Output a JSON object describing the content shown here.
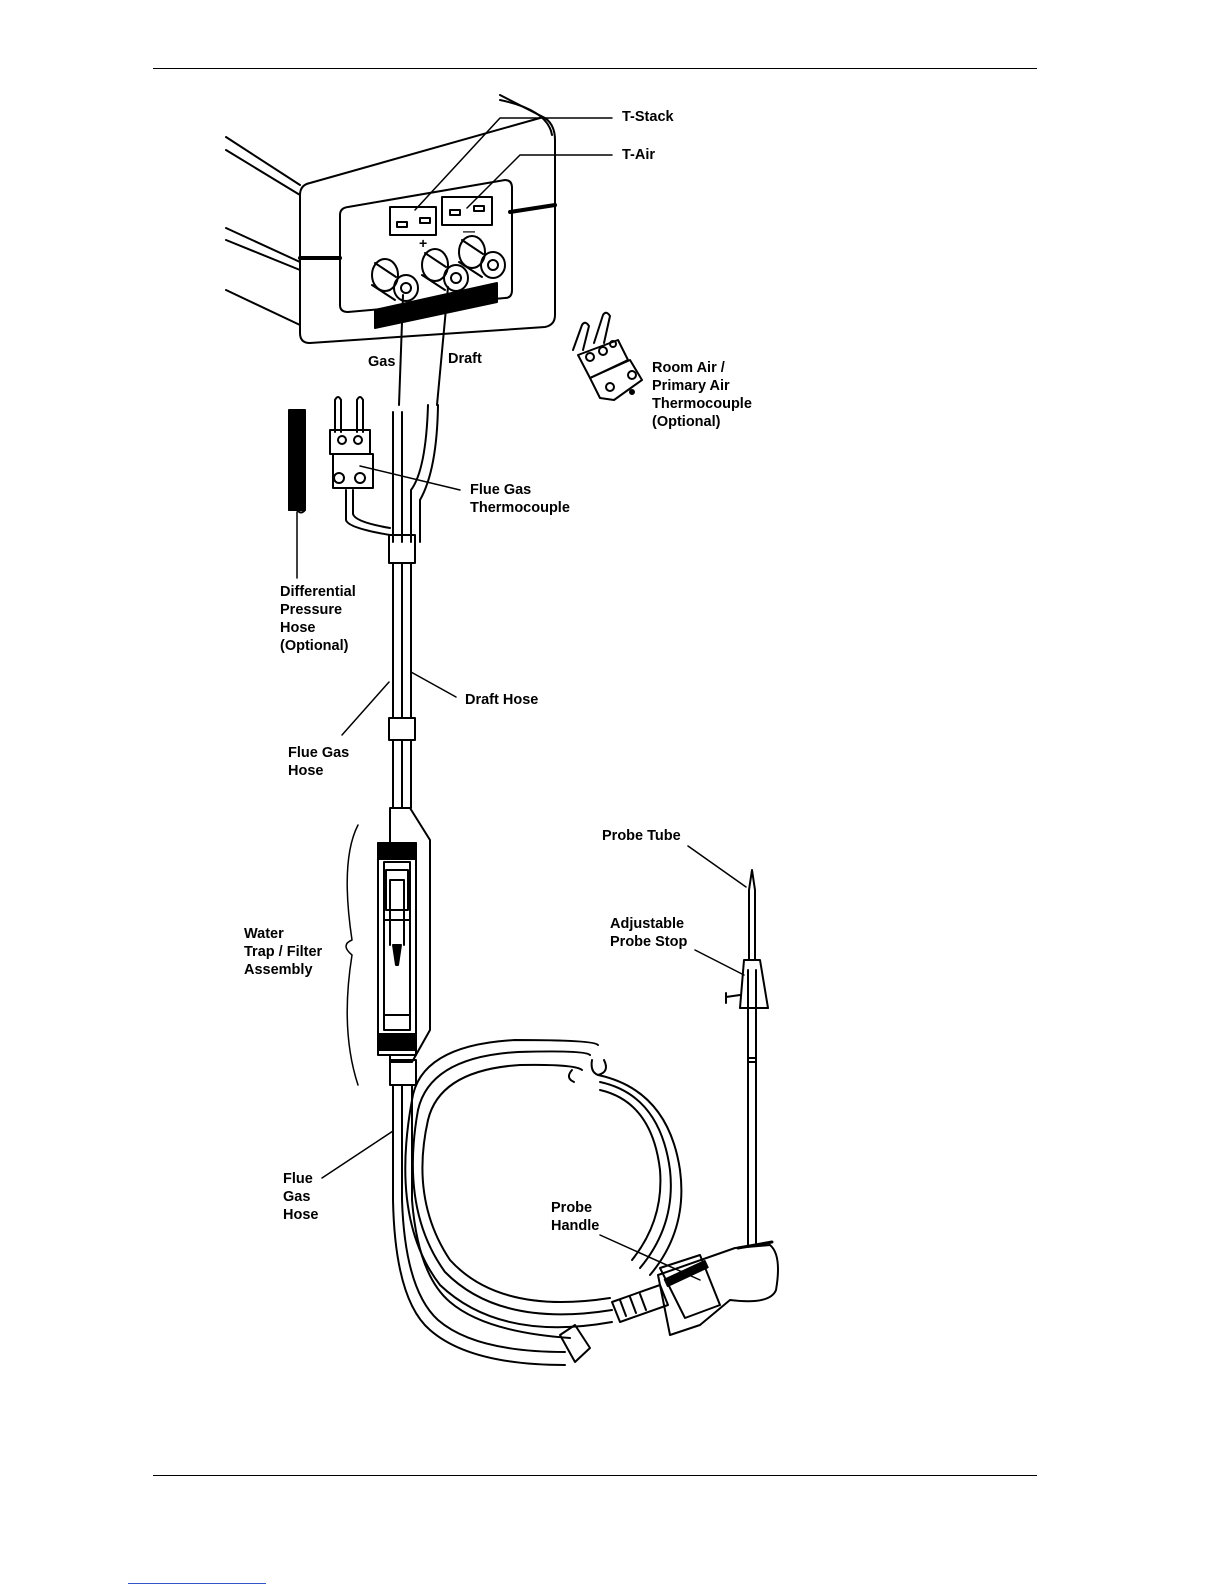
{
  "labels": {
    "t_stack": "T-Stack",
    "t_air": "T-Air",
    "plus": "+",
    "minus": "—",
    "gas": "Gas",
    "draft": "Draft",
    "room_air": "Room Air /\nPrimary Air\nThermocouple\n(Optional)",
    "flue_gas_thermocouple": "Flue Gas\nThermocouple",
    "differential_pressure_hose": "Differential\nPressure\nHose\n(Optional)",
    "draft_hose": "Draft Hose",
    "flue_gas_hose_upper": "Flue Gas\nHose",
    "probe_tube": "Probe Tube",
    "adjustable_probe_stop": "Adjustable\nProbe Stop",
    "water_trap": "Water\nTrap / Filter\nAssembly",
    "flue_gas_hose_lower": "Flue\nGas\nHose",
    "probe_handle": "Probe\nHandle"
  }
}
